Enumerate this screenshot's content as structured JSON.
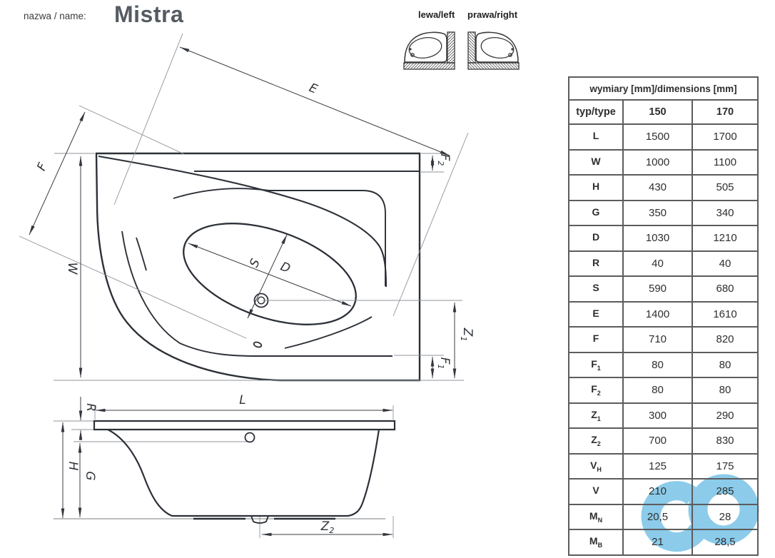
{
  "page": {
    "name_label": "nazwa / name:",
    "title": "Mistra"
  },
  "orientation": {
    "left_label": "lewa/left",
    "right_label": "prawa/right"
  },
  "drawing": {
    "top_view_labels": {
      "E": "E",
      "F": "F",
      "W": "W",
      "S": "S",
      "D": "D",
      "F1_base": "F",
      "F1_sub": "1",
      "F2_base": "F",
      "F2_sub": "2",
      "Z1_base": "Z",
      "Z1_sub": "1"
    },
    "side_view_labels": {
      "R": "R",
      "L": "L",
      "H": "H",
      "G": "G",
      "Z2_base": "Z",
      "Z2_sub": "2"
    }
  },
  "table": {
    "header": "wymiary [mm]/dimensions [mm]",
    "col_headers": [
      "typ/type",
      "150",
      "170"
    ],
    "rows": [
      {
        "base": "L",
        "sub": "",
        "v150": "1500",
        "v170": "1700"
      },
      {
        "base": "W",
        "sub": "",
        "v150": "1000",
        "v170": "1100"
      },
      {
        "base": "H",
        "sub": "",
        "v150": "430",
        "v170": "505"
      },
      {
        "base": "G",
        "sub": "",
        "v150": "350",
        "v170": "340"
      },
      {
        "base": "D",
        "sub": "",
        "v150": "1030",
        "v170": "1210"
      },
      {
        "base": "R",
        "sub": "",
        "v150": "40",
        "v170": "40"
      },
      {
        "base": "S",
        "sub": "",
        "v150": "590",
        "v170": "680"
      },
      {
        "base": "E",
        "sub": "",
        "v150": "1400",
        "v170": "1610"
      },
      {
        "base": "F",
        "sub": "",
        "v150": "710",
        "v170": "820"
      },
      {
        "base": "F",
        "sub": "1",
        "v150": "80",
        "v170": "80"
      },
      {
        "base": "F",
        "sub": "2",
        "v150": "80",
        "v170": "80"
      },
      {
        "base": "Z",
        "sub": "1",
        "v150": "300",
        "v170": "290"
      },
      {
        "base": "Z",
        "sub": "2",
        "v150": "700",
        "v170": "830"
      },
      {
        "base": "V",
        "sub": "H",
        "v150": "125",
        "v170": "175"
      },
      {
        "base": "V",
        "sub": "",
        "v150": "210",
        "v170": "285"
      },
      {
        "base": "M",
        "sub": "N",
        "v150": "20,5",
        "v170": "28"
      },
      {
        "base": "M",
        "sub": "B",
        "v150": "21",
        "v170": "28,5"
      }
    ]
  },
  "colors": {
    "outline": "#2c3037",
    "dimension_line": "#3a3e44",
    "extension_line": "#8f9398",
    "table_border": "#5c5c5c",
    "text": "#2e2e2e",
    "watermark_blue": "#8ccbea"
  }
}
